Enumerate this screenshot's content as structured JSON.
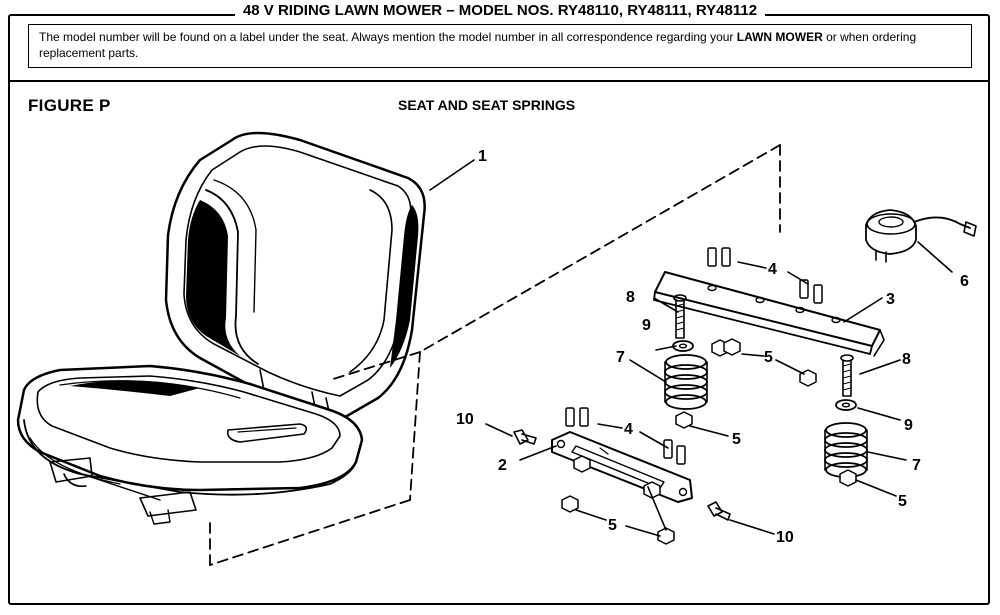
{
  "header": {
    "title": "48 V RIDING LAWN MOWER – MODEL NOS. RY48110, RY48111, RY48112"
  },
  "notice": {
    "text_before": "The model number will be found on a label under the seat. Always mention the model number in all correspondence regarding your ",
    "emphasis": "LAWN MOWER",
    "text_after": " or when ordering replacement parts."
  },
  "figure": {
    "label": "FIGURE P",
    "title": "SEAT AND SEAT SPRINGS"
  },
  "callouts": [
    "1",
    "2",
    "3",
    "4",
    "4",
    "5",
    "5",
    "5",
    "5",
    "6",
    "7",
    "7",
    "8",
    "8",
    "9",
    "9",
    "10",
    "10"
  ]
}
